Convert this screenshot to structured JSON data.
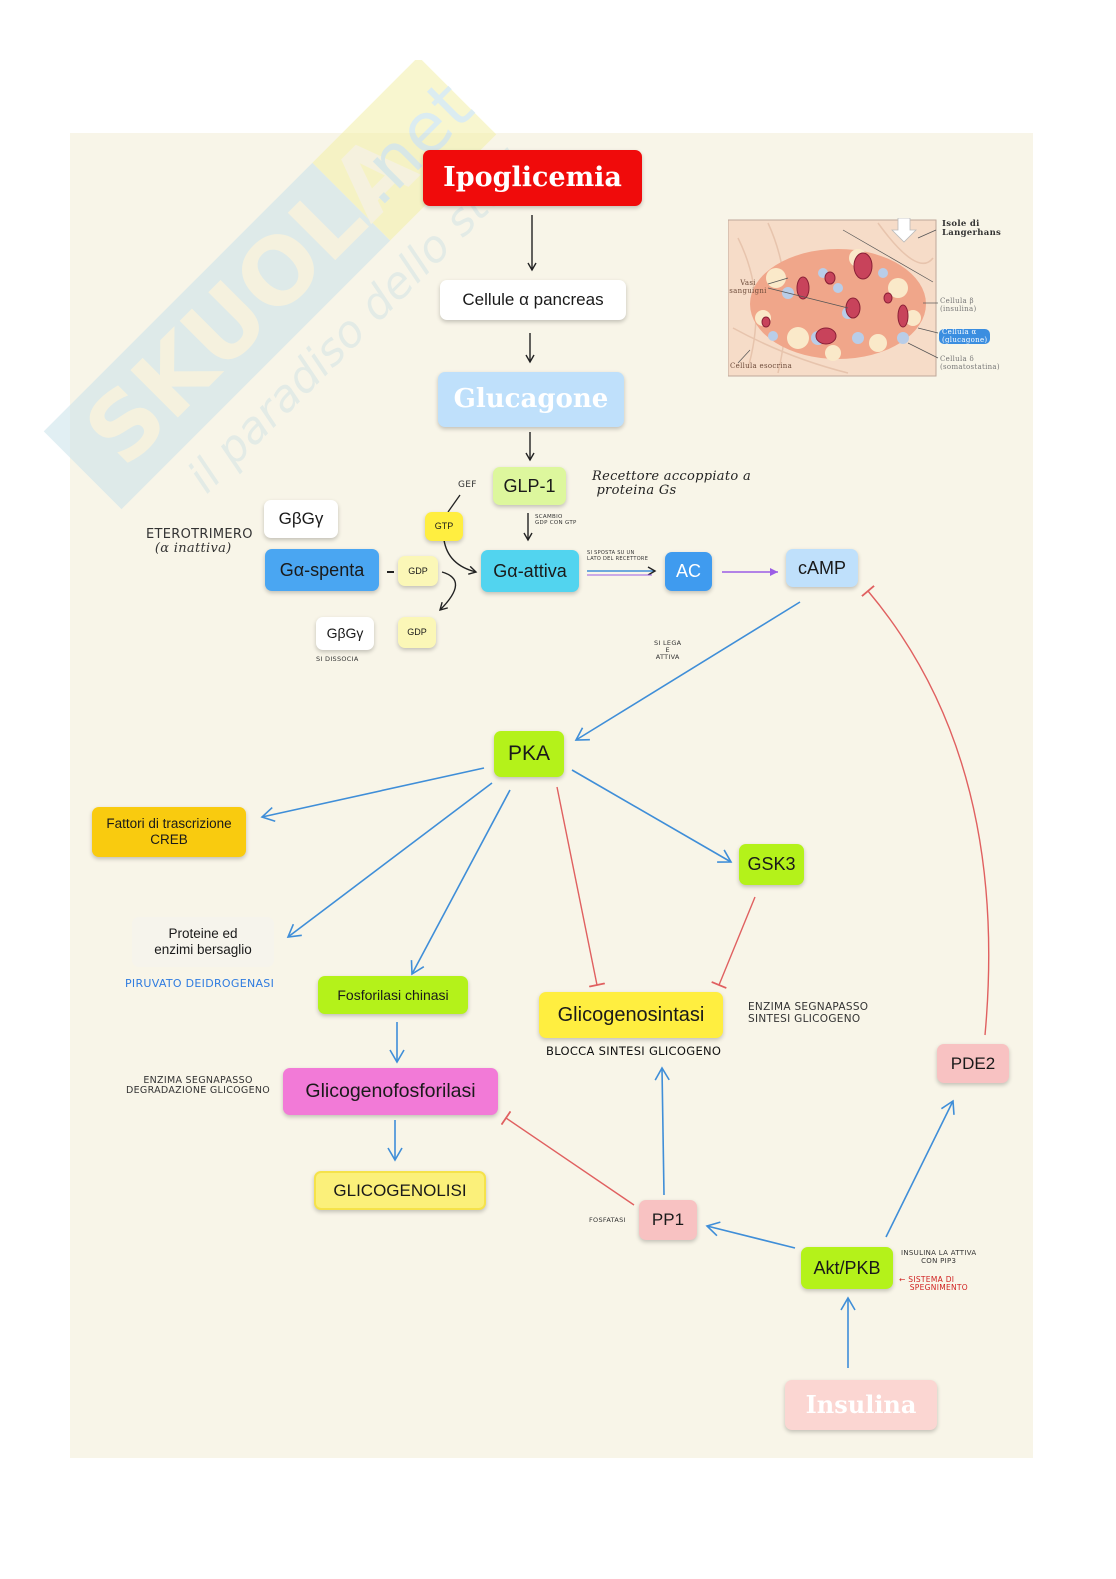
{
  "watermark": {
    "brand": "SKUOLA",
    "brand_suffix": ".net",
    "tagline": "il paradiso dello studente"
  },
  "colors": {
    "canvas": "#f8f5e8",
    "red": "#f00b0b",
    "light_blue": "#bfe0fb",
    "blue": "#4aa6f2",
    "cyan": "#52d4ef",
    "lime": "#b4f21a",
    "pale_lime": "#ddf79d",
    "yellow": "#ffee40",
    "pale_yellow": "#fbf7b7",
    "gold": "#f9cb0f",
    "pink": "#f27ad7",
    "salmon": "#f8c2c2",
    "arrow_blue": "#3f8ed8",
    "arrow_red": "#e06060",
    "arrow_purple": "#9b5de5"
  },
  "nodes": {
    "ipoglicemia": "Ipoglicemia",
    "cellule": "Cellule α pancreas",
    "glucagone": "Glucagone",
    "glp1": "GLP-1",
    "gbg_top": "GβGγ",
    "ga_spenta": "Gα-spenta",
    "gdp_1": "GDP",
    "gtp": "GTP",
    "ga_attiva": "Gα-attiva",
    "ac": "AC",
    "camp": "cAMP",
    "gbg_bottom": "GβGγ",
    "gdp_2": "GDP",
    "pka": "PKA",
    "creb": "Fattori di trascrizione CREB",
    "proteine": "Proteine ed enzimi bersaglio",
    "gsk3": "GSK3",
    "fosforilasi_chinasi": "Fosforilasi chinasi",
    "glicogenosintasi": "Glicogenosintasi",
    "glicogenofosforilasi": "Glicogenofosforilasi",
    "glicogenolisi": "GLICOGENOLISI",
    "pde2": "PDE2",
    "pp1": "PP1",
    "akt": "Akt/PKB",
    "insulina": "Insulina"
  },
  "notes": {
    "gef": "GEF",
    "recettore_1": "Recettore accoppiato a",
    "recettore_2": "proteina Gs",
    "scambio_1": "scambio",
    "scambio_2": "GDP con GTP",
    "eterotrimero_1": "eterotrimero",
    "eterotrimero_2": "(α inattiva)",
    "si_dissocia": "si dissocia",
    "sposta_1": "si sposta su un",
    "sposta_2": "lato del recettore",
    "si_lega_1": "si lega",
    "si_lega_2": "e",
    "si_lega_3": "attiva",
    "piruvato": "piruvato deidrogenasi",
    "sintesi_1": "enzima segnapasso",
    "sintesi_2": "sintesi glicogeno",
    "blocca": "blocca sintesi glicogeno",
    "degradazione_1": "enzima segnapasso",
    "degradazione_2": "degradazione glicogeno",
    "fosfatasi": "fosfatasi",
    "insulina_1": "insulina la attiva",
    "insulina_2": "con PIP3",
    "spegnimento_1": "sistema di",
    "spegnimento_2": "spegnimento"
  },
  "islet_figure": {
    "title_1": "Isole di",
    "title_2": "Langerhans",
    "vasi_1": "Vasi",
    "vasi_2": "sanguigni",
    "beta_1": "Cellula β",
    "beta_2": "(insulina)",
    "alpha_1": "Cellula α",
    "alpha_2": "(glucagone)",
    "delta_1": "Cellula δ",
    "delta_2": "(somatostatina)",
    "esocrina": "Cellula esocrina"
  }
}
